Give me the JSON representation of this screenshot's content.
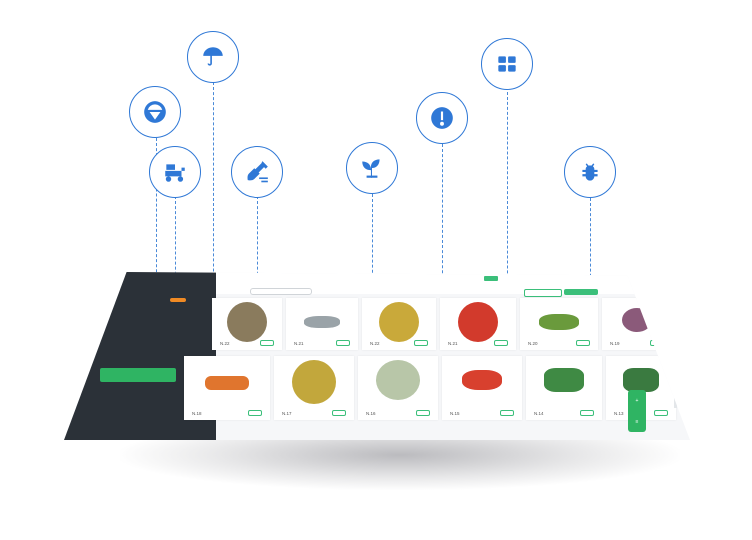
{
  "icons": [
    {
      "name": "umbrella-icon"
    },
    {
      "name": "road-sign-icon"
    },
    {
      "name": "grid-icon"
    },
    {
      "name": "gauge-icon"
    },
    {
      "name": "tractor-icon"
    },
    {
      "name": "shovel-icon"
    },
    {
      "name": "sprout-icon"
    },
    {
      "name": "bug-icon"
    }
  ],
  "sidebar": {
    "title": "",
    "items": [
      "",
      "",
      "",
      "",
      ""
    ],
    "action_button": ""
  },
  "cards_row1": [
    {
      "label": "N.22",
      "color": "#8a7b5d"
    },
    {
      "label": "N.21",
      "color": "#9aa3a8"
    },
    {
      "label": "N.22",
      "color": "#c9a93a"
    },
    {
      "label": "N.21",
      "color": "#d23a2c"
    },
    {
      "label": "N.20",
      "color": "#6a9a3c"
    },
    {
      "label": "N.19",
      "color": "#8b5a7a"
    }
  ],
  "cards_row2": [
    {
      "label": "N.18",
      "color": "#e0752e"
    },
    {
      "label": "N.17",
      "color": "#c2a73c"
    },
    {
      "label": "N.16",
      "color": "#b8c6a8"
    },
    {
      "label": "N.15",
      "color": "#d8402e"
    },
    {
      "label": "N.14",
      "color": "#3f8a44"
    },
    {
      "label": "N.13",
      "color": "#3a7a40"
    }
  ],
  "accent_color": "#2f78d6",
  "brand_green": "#2fb463"
}
